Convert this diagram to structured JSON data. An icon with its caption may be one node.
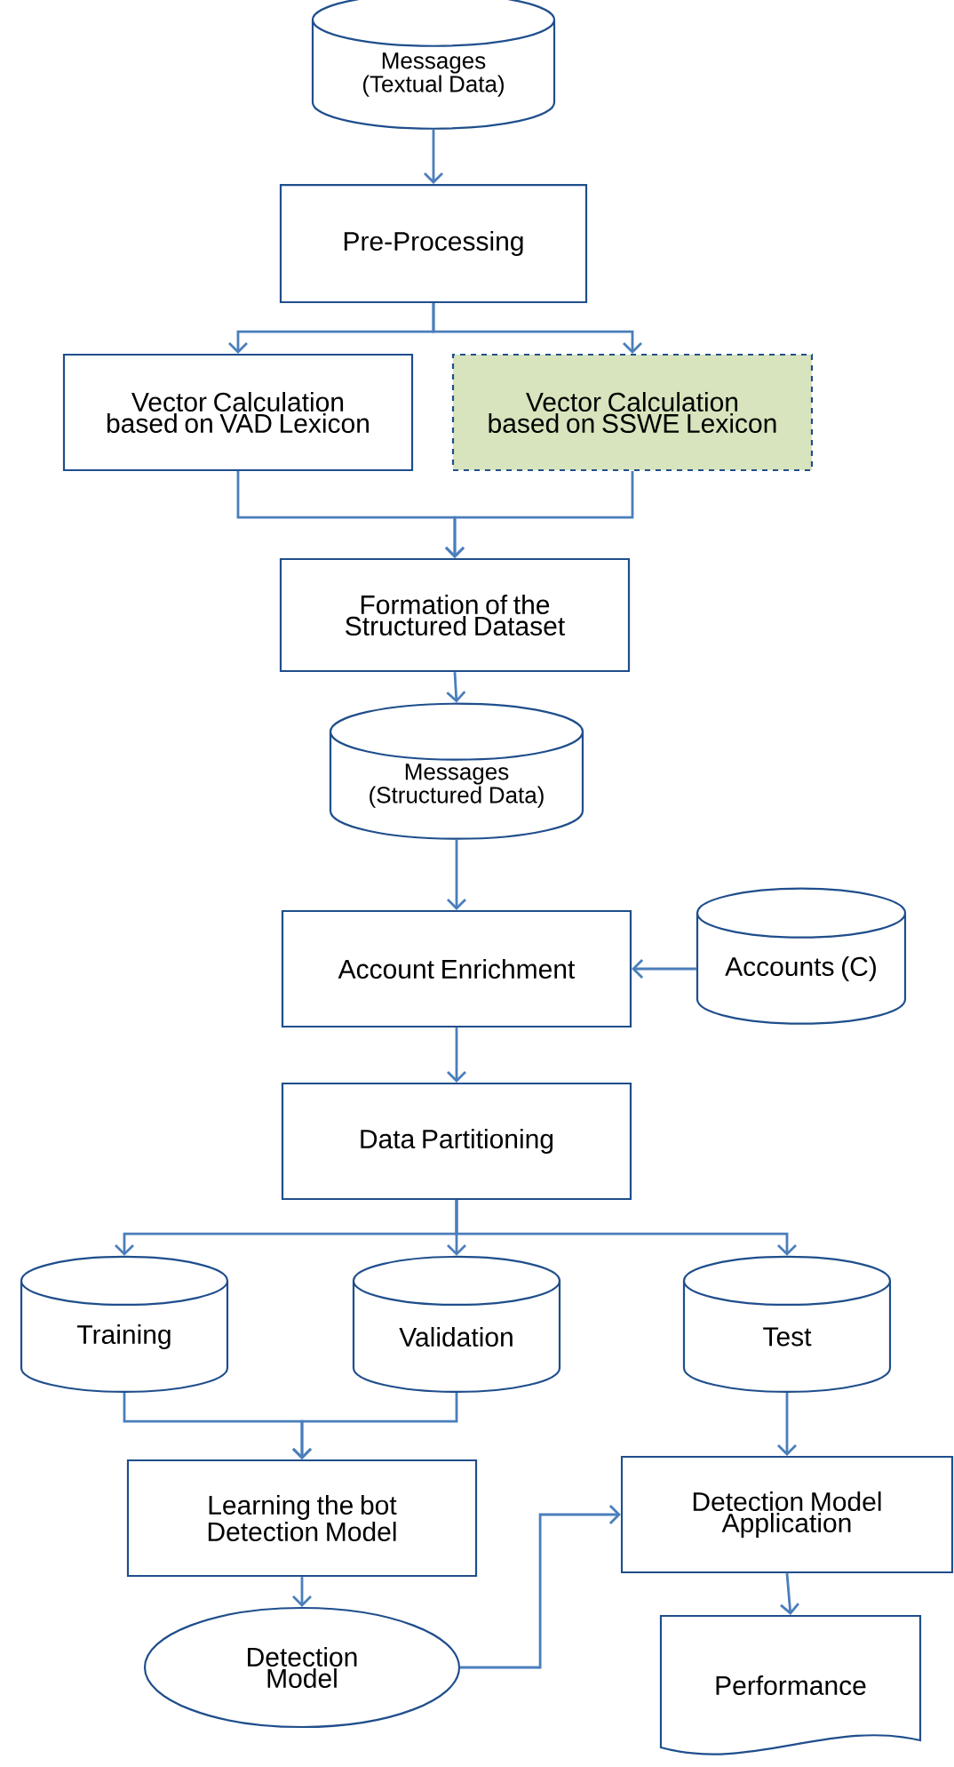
{
  "diagram": {
    "nodes": [
      {
        "text": [
          "Messages (Textual Data)"
        ]
      },
      {
        "text": [
          "Pre-Processing"
        ]
      },
      {
        "text": [
          "Vector Calculation based on VAD Lexicon"
        ]
      },
      {
        "text": [
          "Vector Calculation based on SSWE Lexicon"
        ]
      },
      {
        "text": [
          "Formation of the Structured Dataset"
        ]
      },
      {
        "text": [
          "Messages (Structured Data)"
        ]
      },
      {
        "text": [
          "Account Enrichment"
        ]
      },
      {
        "text": [
          "Accounts (C)"
        ]
      },
      {
        "text": [
          "Data Partitioning"
        ]
      },
      {
        "text": [
          "Training"
        ]
      },
      {
        "text": [
          "Validation"
        ]
      },
      {
        "text": [
          "Test"
        ]
      },
      {
        "text": [
          "Learning the bot Detection Model"
        ]
      },
      {
        "text": [
          "Detection Model Application"
        ]
      },
      {
        "text": [
          "Detection Model"
        ]
      },
      {
        "text": [
          "Performance"
        ]
      }
    ],
    "edges": [
      {
        "from": 0,
        "to": 1,
        "arrow": "to"
      },
      {
        "from": 1,
        "to": 2,
        "arrow": "to"
      },
      {
        "from": 1,
        "to": 3,
        "arrow": "to"
      },
      {
        "from": 2,
        "to": 4,
        "arrow": "to"
      },
      {
        "from": 3,
        "to": 4,
        "arrow": "to"
      },
      {
        "from": 4,
        "to": 5,
        "arrow": "to"
      },
      {
        "from": 5,
        "to": 6,
        "arrow": "to"
      },
      {
        "from": 7,
        "to": 6,
        "arrow": "to"
      },
      {
        "from": 6,
        "to": 8,
        "arrow": "to"
      },
      {
        "from": 8,
        "to": 9,
        "arrow": "to"
      },
      {
        "from": 8,
        "to": 10,
        "arrow": "to"
      },
      {
        "from": 8,
        "to": 11,
        "arrow": "to"
      },
      {
        "from": 9,
        "to": 12,
        "arrow": "to"
      },
      {
        "from": 10,
        "to": 12,
        "arrow": "to"
      },
      {
        "from": 11,
        "to": 13,
        "arrow": "to"
      },
      {
        "from": 12,
        "to": 14,
        "arrow": "to"
      },
      {
        "from": 14,
        "to": 13,
        "arrow": "to"
      },
      {
        "from": 13,
        "to": 15,
        "arrow": "to"
      }
    ]
  }
}
